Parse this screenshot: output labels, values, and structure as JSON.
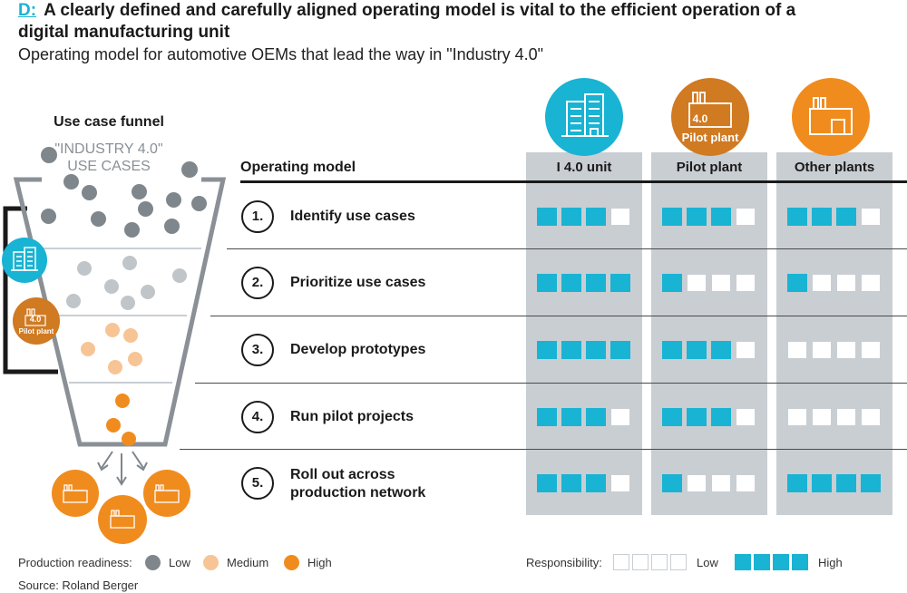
{
  "title": {
    "tag": "D:",
    "text": "A clearly defined and carefully aligned operating model is vital to the efficient operation of a digital manufacturing unit"
  },
  "subtitle": "Operating model for automotive OEMs that lead the way in \"Industry 4.0\"",
  "funnel": {
    "title": "Use case funnel",
    "sub1": "\"INDUSTRY 4.0\"",
    "sub2": "USE CASES",
    "badge_pilot_num": "4.0",
    "badge_pilot_label": "Pilot plant"
  },
  "operating_model": {
    "header": "Operating model",
    "columns": [
      {
        "label": "I 4.0 unit",
        "icon": "office-building-icon",
        "color": "#19b3d3"
      },
      {
        "label": "Pilot plant",
        "icon": "pilot-plant-icon",
        "color": "#d07a22",
        "badge_num": "4.0",
        "badge_label": "Pilot plant"
      },
      {
        "label": "Other plants",
        "icon": "factory-icon",
        "color": "#f08c1e"
      }
    ],
    "steps": [
      {
        "num": "1.",
        "label": "Identify use cases",
        "responsibility": [
          3,
          3,
          3
        ]
      },
      {
        "num": "2.",
        "label": "Prioritize use cases",
        "responsibility": [
          4,
          1,
          1
        ]
      },
      {
        "num": "3.",
        "label": "Develop prototypes",
        "responsibility": [
          4,
          3,
          0
        ]
      },
      {
        "num": "4.",
        "label": "Run pilot projects",
        "responsibility": [
          3,
          3,
          0
        ]
      },
      {
        "num": "5.",
        "label": "Roll out across production network",
        "responsibility": [
          3,
          1,
          4
        ]
      }
    ]
  },
  "legend": {
    "readiness_label": "Production readiness:",
    "low": "Low",
    "medium": "Medium",
    "high": "High",
    "responsibility_label": "Responsibility:",
    "resp_low": "Low",
    "resp_high": "High"
  },
  "colors": {
    "accent": "#19b3d3",
    "low": "#7f868c",
    "medium": "#f7c496",
    "high": "#f08c1e",
    "pilot": "#d07a22",
    "column_bg": "#c9ced3"
  },
  "source": "Source: Roland Berger"
}
